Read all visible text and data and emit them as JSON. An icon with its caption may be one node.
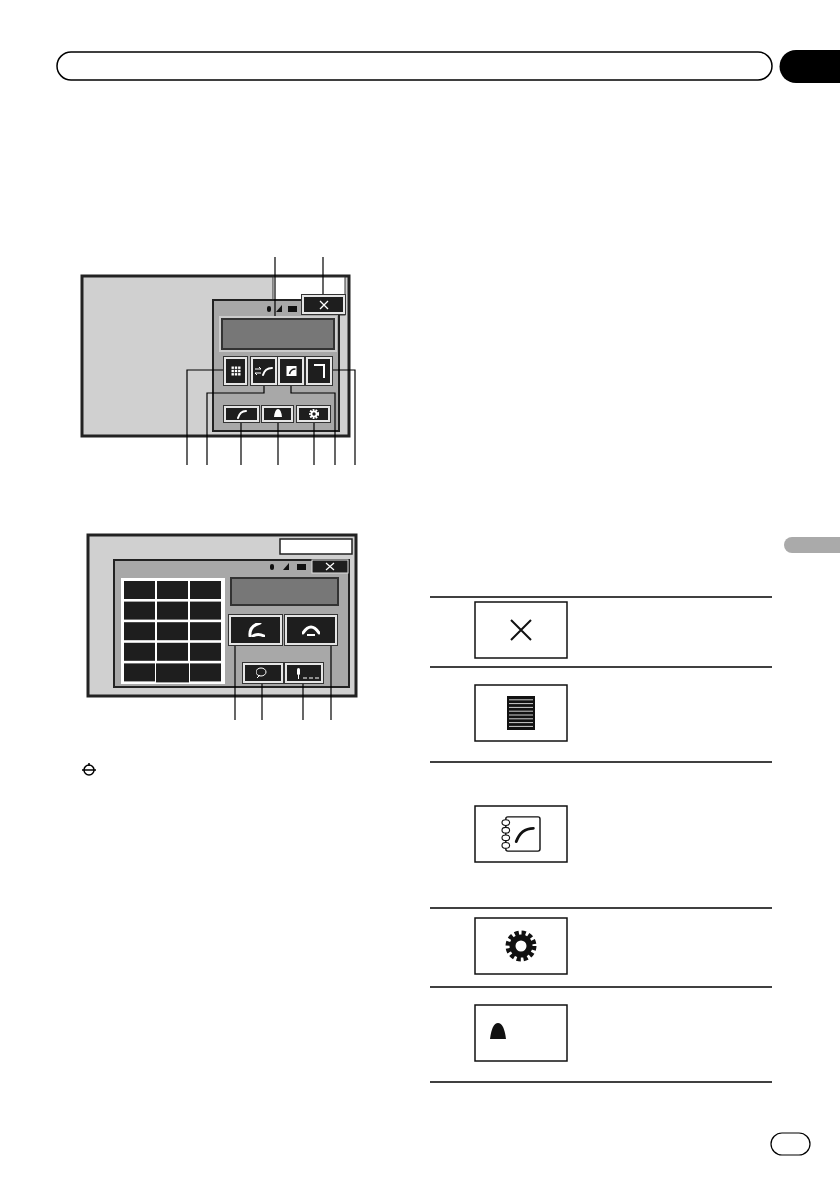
{
  "diagram": {
    "nodes": [
      {
        "text": [],
        "shape": "box"
      },
      {
        "text": [],
        "shape": "box"
      },
      {
        "text": [],
        "shape": "box"
      },
      {
        "text": [],
        "shape": "box"
      },
      {
        "text": [],
        "shape": "box"
      },
      {
        "text": [],
        "shape": "box"
      },
      {
        "text": [],
        "shape": "box"
      },
      {
        "text": [],
        "shape": "box"
      },
      {
        "text": [],
        "shape": "box"
      },
      {
        "text": [],
        "shape": "box"
      },
      {
        "text": [],
        "shape": "box"
      },
      {
        "text": [],
        "shape": "box"
      },
      {
        "text": [],
        "shape": "box"
      }
    ],
    "edges": [
      {
        "from": null,
        "to": 0,
        "arrow": "none"
      },
      {
        "from": null,
        "to": 1,
        "arrow": "none"
      },
      {
        "from": null,
        "to": 2,
        "arrow": "none"
      },
      {
        "from": null,
        "to": 3,
        "arrow": "none"
      },
      {
        "from": null,
        "to": 4,
        "arrow": "none"
      },
      {
        "from": null,
        "to": 5,
        "arrow": "none"
      },
      {
        "from": null,
        "to": 6,
        "arrow": "none"
      },
      {
        "from": null,
        "to": 7,
        "arrow": "none"
      },
      {
        "from": null,
        "to": 8,
        "arrow": "none"
      },
      {
        "from": null,
        "to": 9,
        "arrow": "none"
      },
      {
        "from": null,
        "to": 10,
        "arrow": "none"
      },
      {
        "from": null,
        "to": 11,
        "arrow": "none"
      },
      {
        "from": null,
        "to": 12,
        "arrow": "none"
      }
    ]
  }
}
